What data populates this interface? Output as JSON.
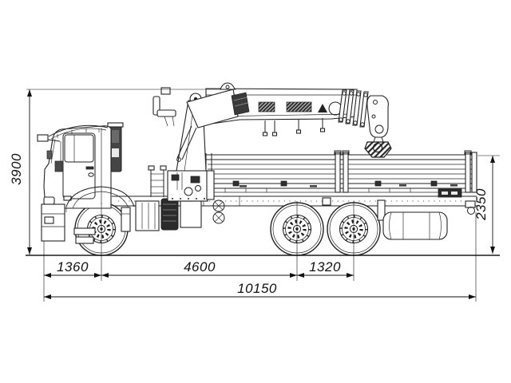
{
  "colors": {
    "line": "#222222",
    "background": "#ffffff",
    "text": "#111111"
  },
  "dims": {
    "overall_height": "3900",
    "bed_height": "2350",
    "front_overhang": "1360",
    "wheelbase": "4600",
    "bogie_spacing": "1320",
    "overall_length": "10150"
  }
}
